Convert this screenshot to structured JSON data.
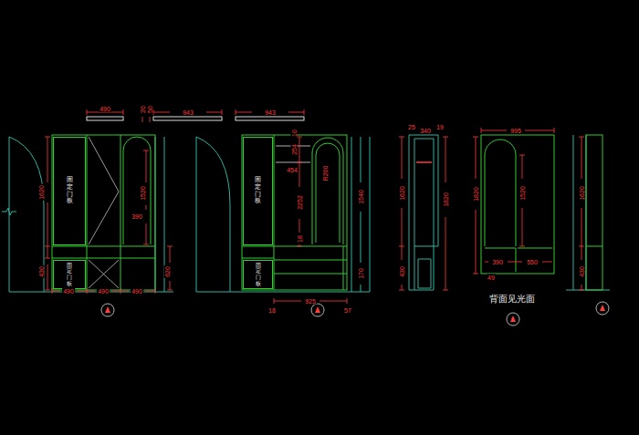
{
  "diagram": {
    "nodes": [
      {
        "text": [
          "固定门板"
        ]
      },
      {
        "text": [
          "固定门板"
        ]
      },
      {
        "text": [
          "固定门板"
        ]
      },
      {
        "text": [
          "固定门板"
        ]
      }
    ],
    "labels": [
      "490",
      "943",
      "943",
      "20",
      "50",
      "1620",
      "430",
      "1520",
      "390",
      "620",
      "490",
      "490",
      "490",
      "10",
      "254",
      "454",
      "2252",
      "R200",
      "1540",
      "18",
      "170",
      "925",
      "18",
      "57",
      "25",
      "340",
      "19",
      "1620",
      "430",
      "1820",
      "995",
      "1820",
      "1520",
      "390",
      "550",
      "49",
      "背面见光面",
      "1620",
      "430"
    ]
  }
}
